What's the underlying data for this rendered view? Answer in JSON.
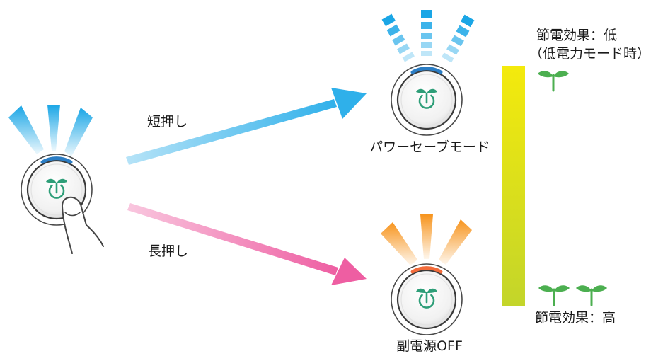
{
  "labels": {
    "short_press": "短押し",
    "long_press": "長押し",
    "power_save_mode": "パワーセーブモード",
    "sub_power_off": "副電源OFF",
    "effect_low_line1": "節電効果：低",
    "effect_low_line2": "（低電力モード時）",
    "effect_high": "節電効果：高"
  },
  "colors": {
    "blue_light": "#1aa6e6",
    "orange_light": "#f7941d",
    "short_arrow": "#2fb0ea",
    "long_arrow": "#ee5ea2",
    "led_blue": "#2b7dc4",
    "led_orange": "#f26b3a",
    "eco_icon": "#2e9e78",
    "sprout": "#4caf50",
    "bar_top": "#f4ea0c",
    "bar_bottom": "#c3d52a"
  },
  "icons": {
    "button": "eco-power-button-icon",
    "finger": "finger-press-icon",
    "sprout": "sprout-icon"
  }
}
